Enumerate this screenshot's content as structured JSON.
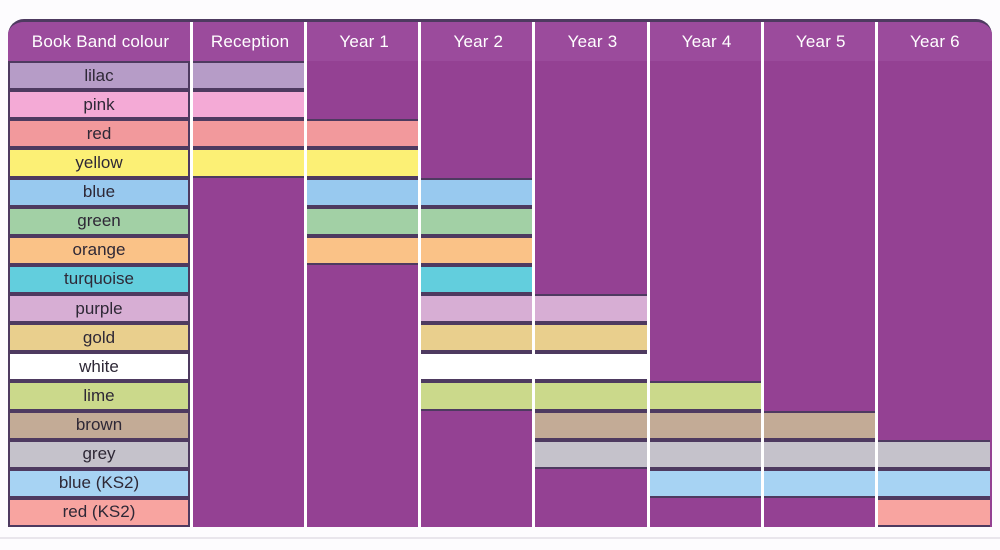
{
  "page": {
    "background": "#fdfcfe",
    "baseline_color": "#e9e6ec"
  },
  "table": {
    "header_background": "#9b4b9c",
    "cell_background": "#944193",
    "gridline_color": "#ffffff",
    "separator_color": "#4e3a60",
    "header_text_color": "#ffffff",
    "row_text_color": "#2e2836"
  },
  "chart_data": {
    "type": "table",
    "columns": [
      "Book Band colour",
      "Reception",
      "Year 1",
      "Year 2",
      "Year 3",
      "Year 4",
      "Year 5",
      "Year 6"
    ],
    "year_columns": [
      "Reception",
      "Year 1",
      "Year 2",
      "Year 3",
      "Year 4",
      "Year 5",
      "Year 6"
    ],
    "rows": [
      {
        "label": "lilac",
        "color": "#b69cc7",
        "from": "Reception",
        "to": "Reception"
      },
      {
        "label": "pink",
        "color": "#f4aad6",
        "from": "Reception",
        "to": "Reception"
      },
      {
        "label": "red",
        "color": "#f2999c",
        "from": "Reception",
        "to": "Year 1"
      },
      {
        "label": "yellow",
        "color": "#fcf075",
        "from": "Reception",
        "to": "Year 1"
      },
      {
        "label": "blue",
        "color": "#98c9ef",
        "from": "Year 1",
        "to": "Year 2"
      },
      {
        "label": "green",
        "color": "#a2d0a5",
        "from": "Year 1",
        "to": "Year 2"
      },
      {
        "label": "orange",
        "color": "#fac287",
        "from": "Year 1",
        "to": "Year 2"
      },
      {
        "label": "turquoise",
        "color": "#62cedd",
        "from": "Year 2",
        "to": "Year 2"
      },
      {
        "label": "purple",
        "color": "#d7aed4",
        "from": "Year 2",
        "to": "Year 3"
      },
      {
        "label": "gold",
        "color": "#e9cf8d",
        "from": "Year 2",
        "to": "Year 3"
      },
      {
        "label": "white",
        "color": "#ffffff",
        "from": "Year 2",
        "to": "Year 3"
      },
      {
        "label": "lime",
        "color": "#cbd98b",
        "from": "Year 2",
        "to": "Year 4"
      },
      {
        "label": "brown",
        "color": "#c3ab96",
        "from": "Year 3",
        "to": "Year 5"
      },
      {
        "label": "grey",
        "color": "#c5c2cb",
        "from": "Year 3",
        "to": "Year 6"
      },
      {
        "label": "blue (KS2)",
        "color": "#a7d3f3",
        "from": "Year 4",
        "to": "Year 6"
      },
      {
        "label": "red (KS2)",
        "color": "#f8a4a0",
        "from": "Year 6",
        "to": "Year 6"
      }
    ]
  }
}
